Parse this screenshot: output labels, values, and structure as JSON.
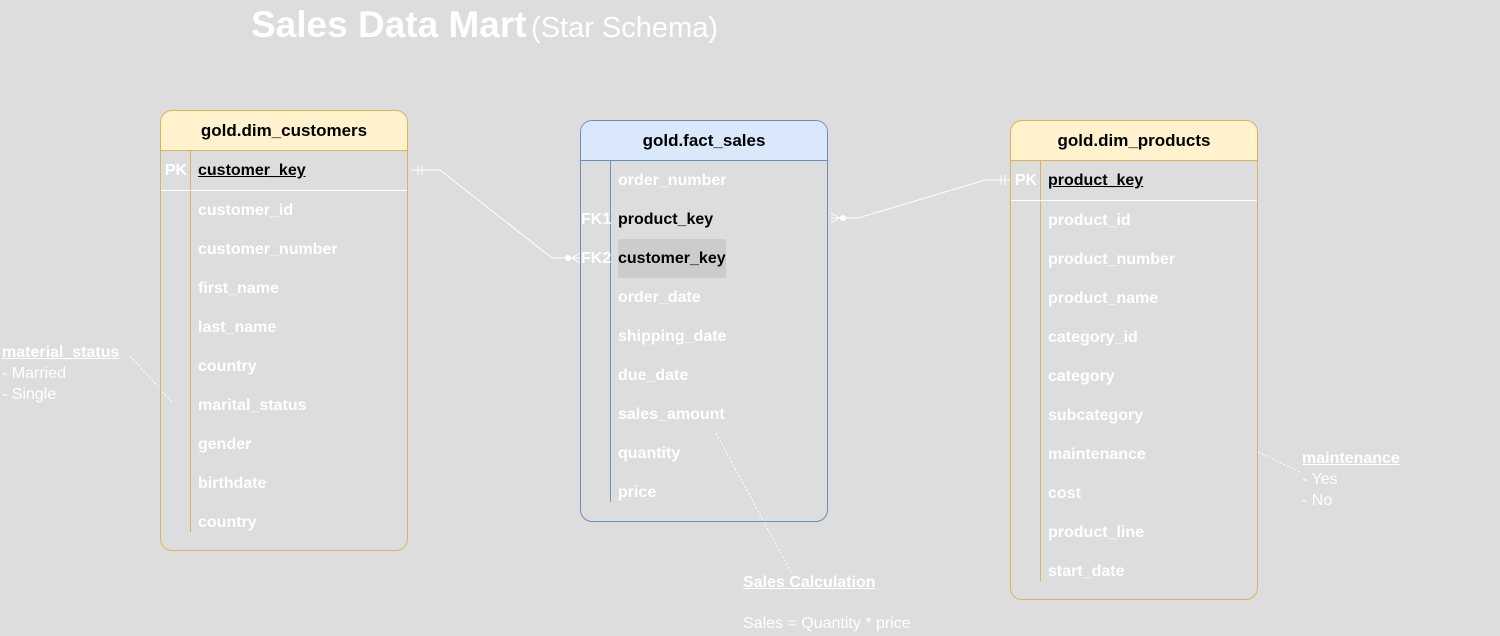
{
  "title": {
    "main": "Sales Data Mart",
    "sub": "(Star Schema)"
  },
  "customers": {
    "name": "gold.dim_customers",
    "pk_label": "PK",
    "pk": "customer_key",
    "columns": [
      "customer_id",
      "customer_number",
      "first_name",
      "last_name",
      "country",
      "marital_status",
      "gender",
      "birthdate",
      "country"
    ]
  },
  "fact": {
    "name": "gold.fact_sales",
    "columns": [
      {
        "key": "",
        "name": "order_number"
      },
      {
        "key": "FK1",
        "name": "product_key"
      },
      {
        "key": "FK2",
        "name": "customer_key"
      },
      {
        "key": "",
        "name": "order_date"
      },
      {
        "key": "",
        "name": "shipping_date"
      },
      {
        "key": "",
        "name": "due_date"
      },
      {
        "key": "",
        "name": "sales_amount"
      },
      {
        "key": "",
        "name": "quantity"
      },
      {
        "key": "",
        "name": "price"
      }
    ]
  },
  "products": {
    "name": "gold.dim_products",
    "pk_label": "PK",
    "pk": "product_key",
    "columns": [
      "product_id",
      "product_number",
      "product_name",
      "category_id",
      "category",
      "subcategory",
      "maintenance",
      "cost",
      "product_line",
      "start_date"
    ]
  },
  "notes": {
    "marital": {
      "title": "material_status",
      "lines": [
        "- Married",
        "- Single"
      ]
    },
    "maintenance": {
      "title": "maintenance",
      "lines": [
        "- Yes",
        "-  No"
      ]
    },
    "sales": {
      "title": "Sales Calculation",
      "formula": "Sales = Quantity * price"
    }
  },
  "colors": {
    "background": "#dddddd",
    "dim_header": "#fff2cc",
    "dim_border": "#d6b656",
    "fact_header": "#dae8fc",
    "fact_border": "#6c8ebf",
    "connector": "#ffffff"
  }
}
